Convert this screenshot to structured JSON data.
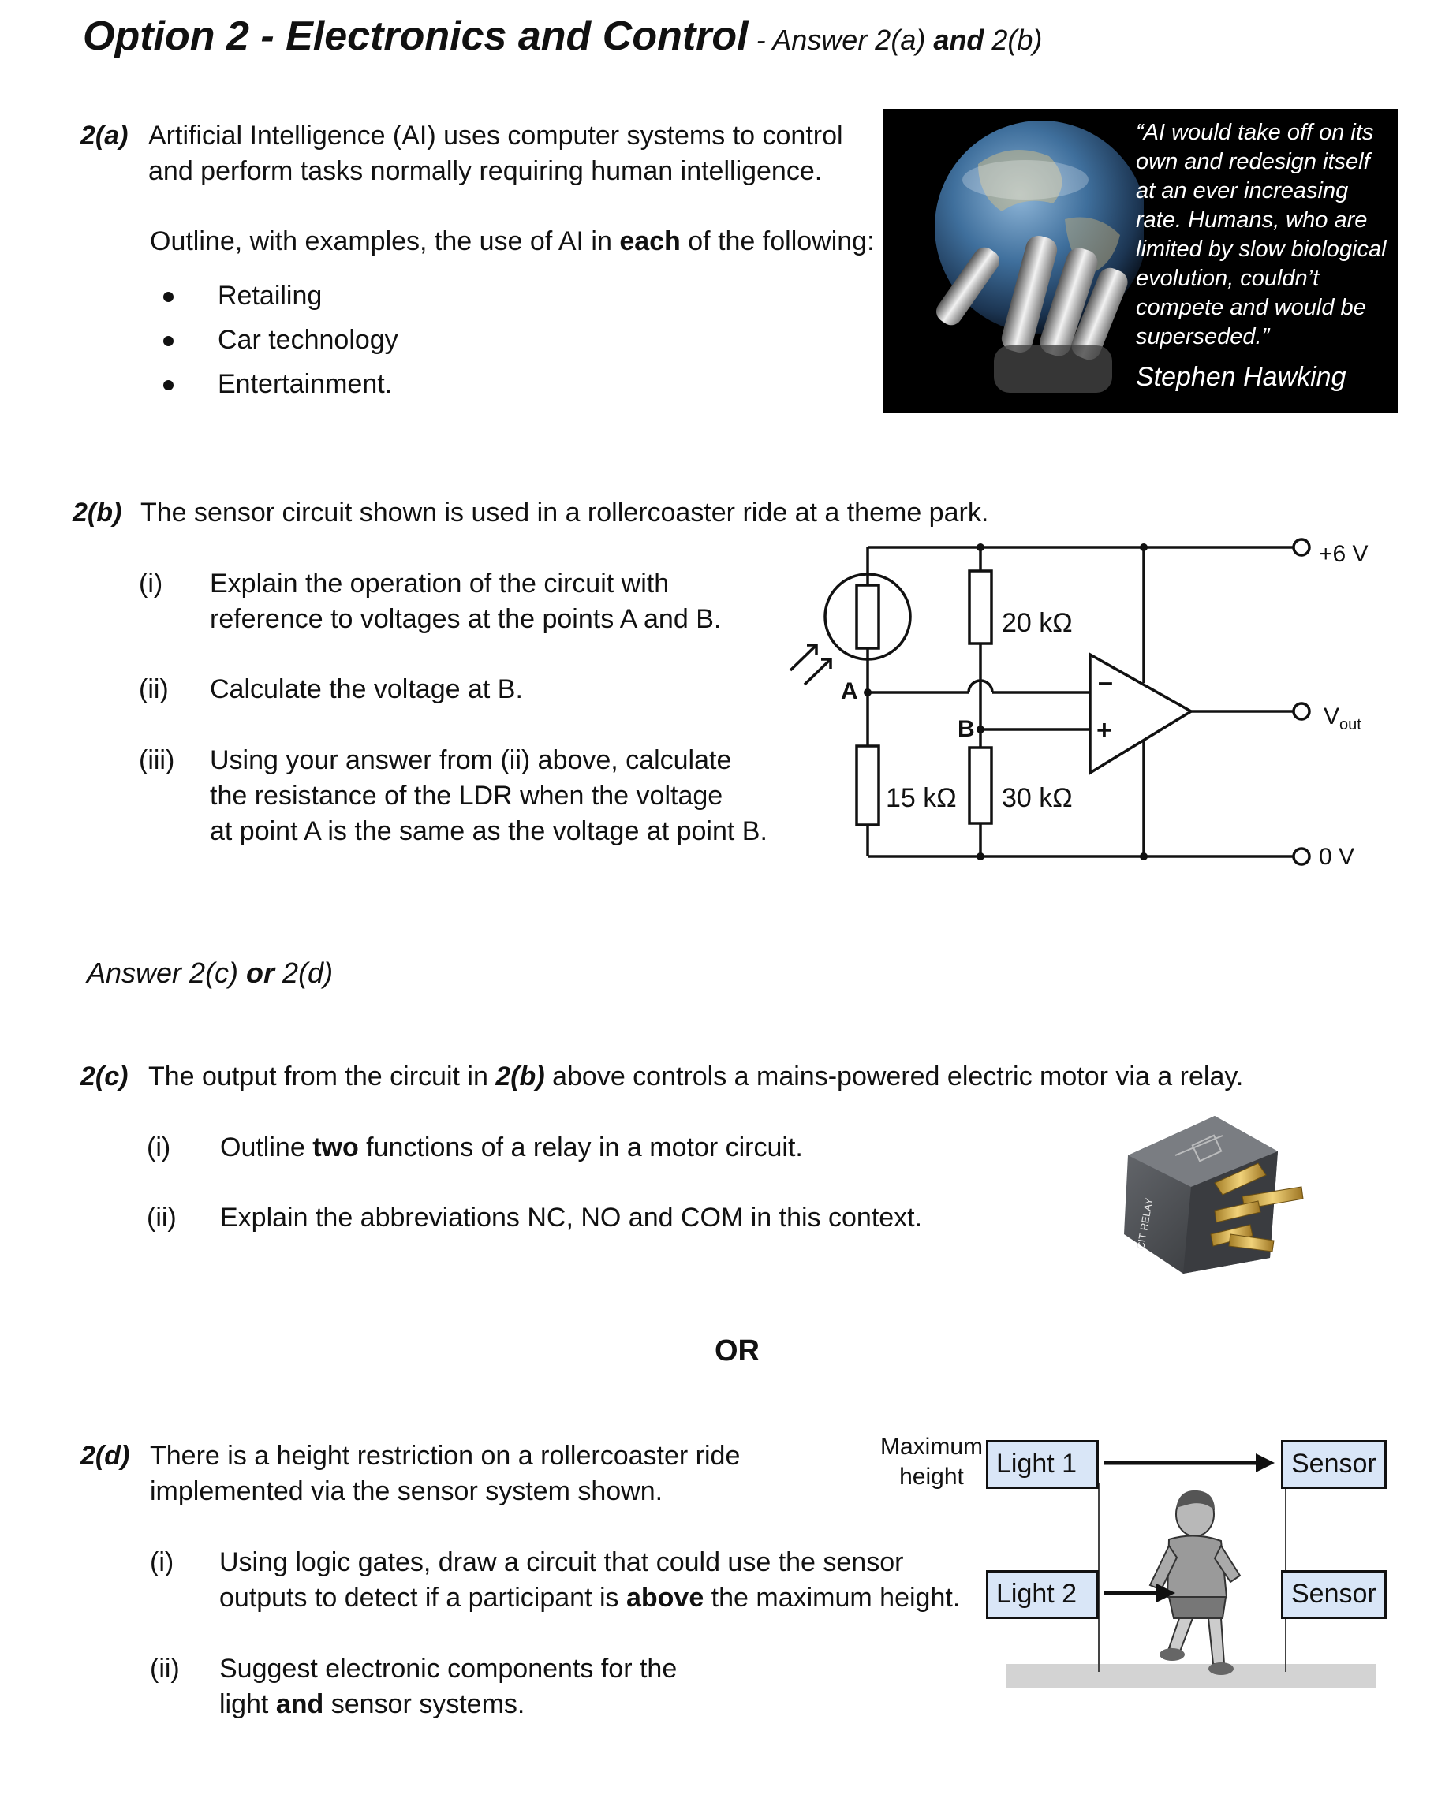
{
  "header": {
    "title": "Option 2 - Electronics and Control",
    "subtitle_pre": " - Answer 2(a) ",
    "subtitle_and": "and",
    "subtitle_post": " 2(b)"
  },
  "q2a": {
    "number": "2(a)",
    "line1": "Artificial Intelligence (AI) uses computer systems to control",
    "line2": "and perform tasks normally requiring human intelligence.",
    "outline_pre": "Outline, with examples, the use of AI in ",
    "outline_bold": "each",
    "outline_post": " of the following:",
    "bullets": [
      "Retailing",
      "Car technology",
      "Entertainment."
    ],
    "quote": "“AI would take off on its own and redesign itself at an ever increasing rate.  Humans, who are limited by slow biological evolution, couldn’t compete and would be superseded.”",
    "quote_author": "Stephen Hawking"
  },
  "q2b": {
    "number": "2(b)",
    "intro": "The sensor circuit shown is used in a rollercoaster ride at a theme park.",
    "parts": [
      {
        "label": "(i)",
        "lines": [
          "Explain the operation of the circuit with",
          "reference to voltages at the points A and B."
        ]
      },
      {
        "label": "(ii)",
        "lines": [
          "Calculate the voltage at B."
        ]
      },
      {
        "label": "(iii)",
        "lines": [
          "Using your answer from (ii) above, calculate",
          "the resistance of the LDR when the voltage",
          "at point A is the same as the voltage at point B."
        ]
      }
    ],
    "circuit": {
      "supply": "+6 V",
      "vout": "V",
      "vout_sub": "out",
      "ground": "0 V",
      "r1": "20 kΩ",
      "r2": "30 kΩ",
      "r3": "15 kΩ",
      "point_a": "A",
      "point_b": "B",
      "minus": "–",
      "plus": "+"
    }
  },
  "answer_cd": {
    "pre": "Answer 2(c) ",
    "or": "or",
    "post": " 2(d)"
  },
  "q2c": {
    "number": "2(c)",
    "line_pre": "The output from the circuit in ",
    "line_bold": "2(b)",
    "line_post": " above controls a mains-powered electric motor via a relay.",
    "parts": [
      {
        "label": "(i)",
        "pre": "Outline ",
        "bold": "two",
        "post": " functions of a relay in a motor circuit."
      },
      {
        "label": "(ii)",
        "pre": "Explain the abbreviations NC, NO and COM in this context.",
        "bold": "",
        "post": ""
      }
    ],
    "relay_label": "CIT RELAY"
  },
  "or_separator": "OR",
  "q2d": {
    "number": "2(d)",
    "line1": "There is a height restriction on a rollercoaster ride",
    "line2": "implemented via the sensor system shown.",
    "part1_label": "(i)",
    "part1_line1": "Using logic gates, draw a circuit that could use the sensor",
    "part1_line2_pre": "outputs to detect if a participant is ",
    "part1_line2_bold": "above",
    "part1_line2_post": " the maximum height.",
    "part2_label": "(ii)",
    "part2_line1": "Suggest electronic components for the",
    "part2_line2_pre": "light ",
    "part2_line2_bold": "and",
    "part2_line2_post": " sensor systems.",
    "diagram": {
      "max_height_1": "Maximum",
      "max_height_2": "height",
      "light1": "Light 1",
      "light2": "Light 2",
      "sensor1": "Sensor",
      "sensor2": "Sensor"
    }
  }
}
